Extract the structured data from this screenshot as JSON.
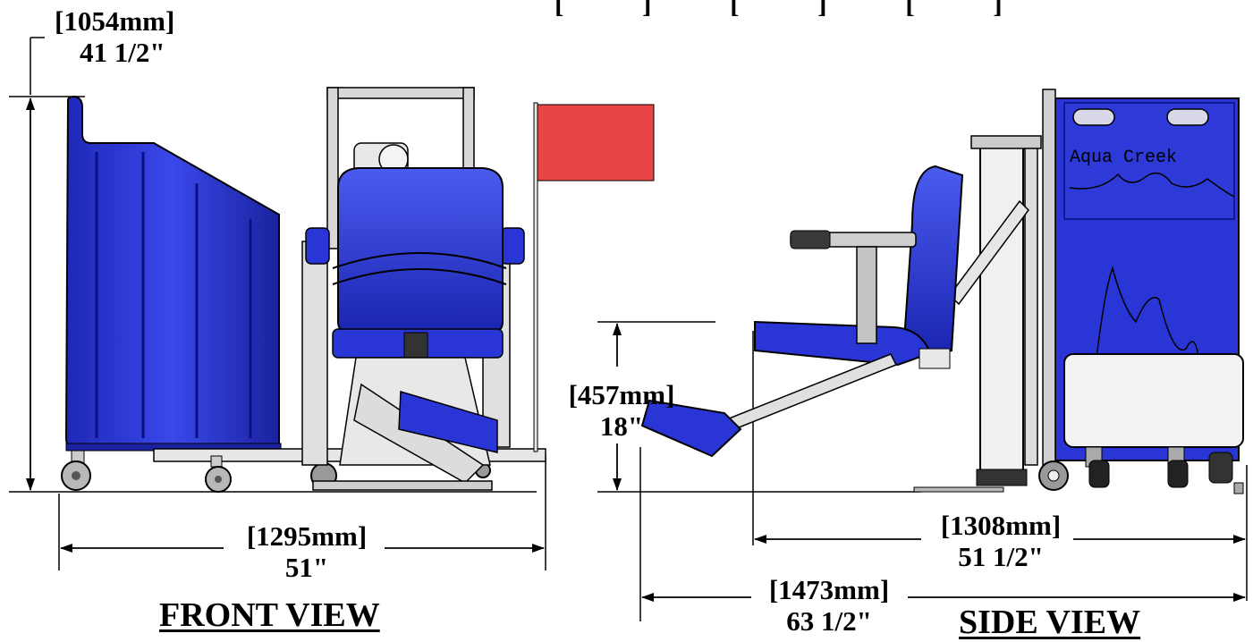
{
  "top_strip": "[ ] [ ] [ ]",
  "front_view": {
    "title": "FRONT VIEW",
    "height_dim": {
      "metric": "[1054mm]",
      "imperial": "41 1/2\""
    },
    "width_dim": {
      "metric": "[1295mm]",
      "imperial": "51\""
    }
  },
  "side_view": {
    "title": "SIDE VIEW",
    "brand_text": "Aqua Creek",
    "seat_height_dim": {
      "metric": "[457mm]",
      "imperial": "18\""
    },
    "depth_dim": {
      "metric": "[1308mm]",
      "imperial": "51 1/2\""
    },
    "overall_dim": {
      "metric": "[1473mm]",
      "imperial": "63 1/2\""
    }
  },
  "colors": {
    "blue": "#2a35d6",
    "blue_dark": "#0d1590",
    "red_flag": "#e84646",
    "frame": "#d8d8d8",
    "line": "#000000"
  }
}
